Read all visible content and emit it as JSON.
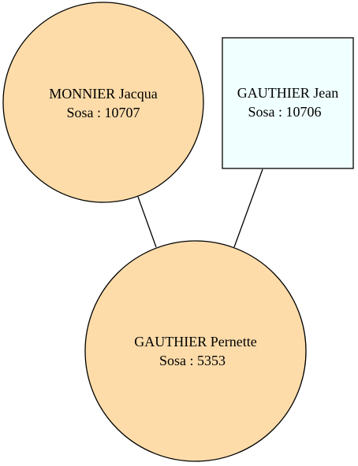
{
  "colors": {
    "female_fill": "#FDDCAA",
    "male_fill": "#F0FFFF",
    "stroke": "#000000"
  },
  "nodes": {
    "mother": {
      "name": "MONNIER Jacqua",
      "sosa": "Sosa : 10707",
      "shape": "circle"
    },
    "father": {
      "name": "GAUTHIER Jean",
      "sosa": "Sosa : 10706",
      "shape": "box"
    },
    "child": {
      "name": "GAUTHIER Pernette",
      "sosa": "Sosa : 5353",
      "shape": "circle"
    }
  },
  "edges": [
    {
      "from": "mother",
      "to": "child"
    },
    {
      "from": "father",
      "to": "child"
    }
  ]
}
